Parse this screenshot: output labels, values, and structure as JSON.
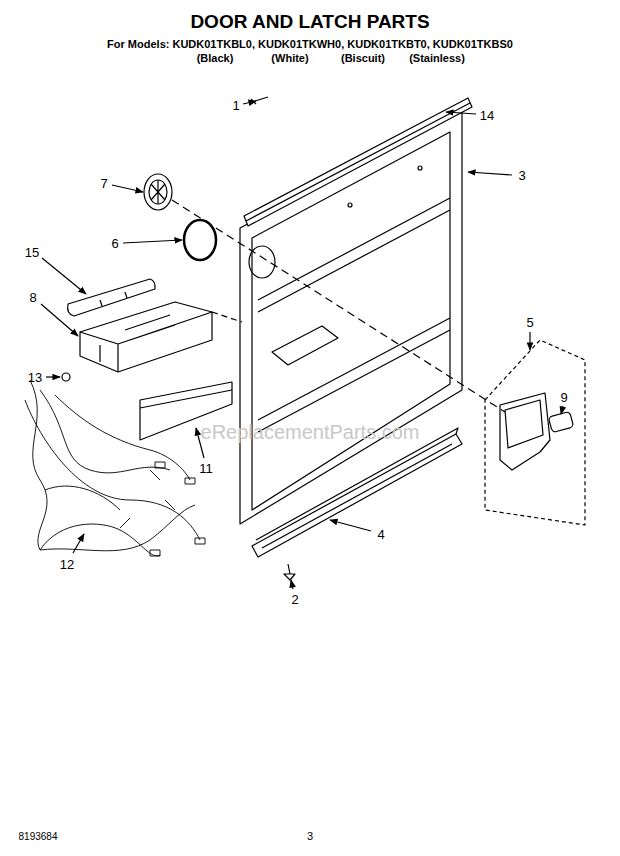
{
  "diagram": {
    "title": "DOOR AND LATCH PARTS",
    "labels": [
      "For Models: KUDK01TKBL0, KUDK01TKWH0, KUDK01TKBT0, KUDK01TKBS0",
      "(Black)",
      "(White)",
      "(Biscuit)",
      "(Stainless)",
      "1",
      "14",
      "3",
      "7",
      "6",
      "15",
      "8",
      "5",
      "9",
      "13",
      "11",
      "4",
      "12",
      "2",
      "eReplacementParts.com",
      "8193684",
      "3"
    ]
  }
}
